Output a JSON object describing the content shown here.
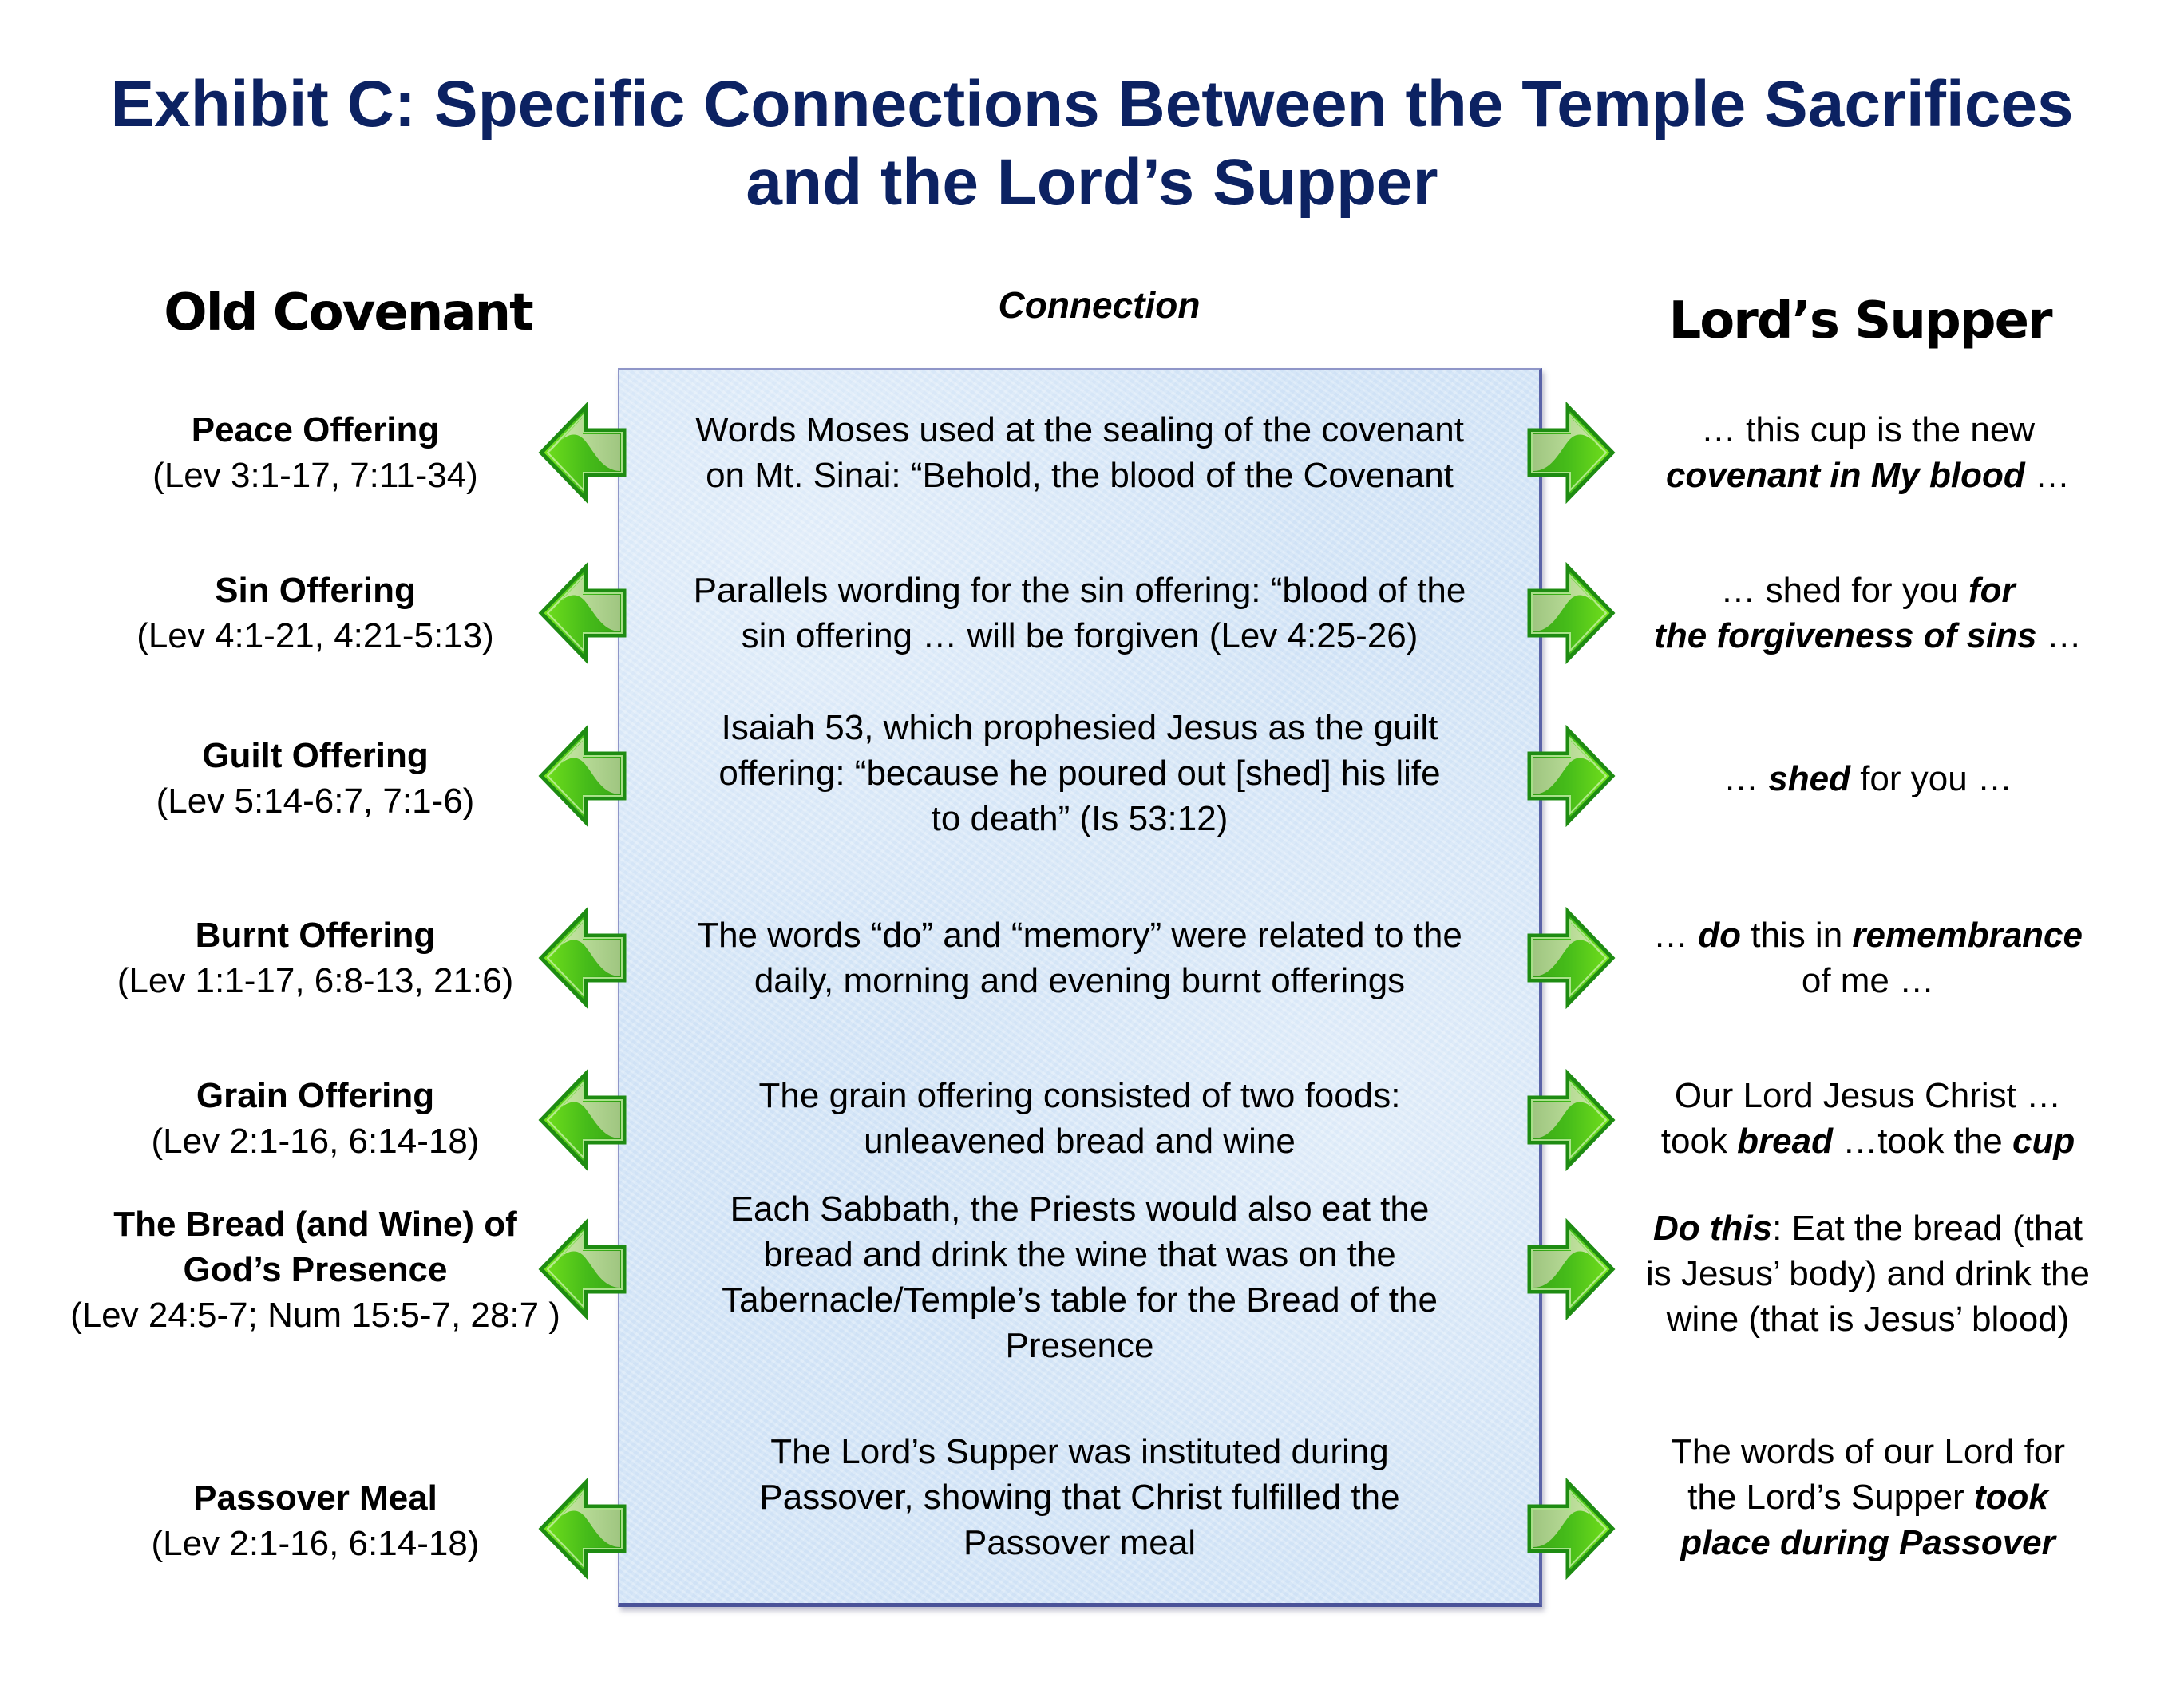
{
  "title": {
    "line1": "Exhibit C: Specific Connections Between the Temple Sacrifices",
    "line2": "and the Lord’s Supper"
  },
  "columns": {
    "left": "Old Covenant",
    "middle": "Connection",
    "right": "Lord’s Supper"
  },
  "colors": {
    "title": "#0c2262",
    "box_fill": "#d4e5f7",
    "arrow_green": "#3fae1c",
    "arrow_outline": "#1f8a10"
  },
  "rows": [
    {
      "offering": "Peace Offering",
      "reference": "(Lev 3:1-17, 7:11-34)",
      "connection": [
        "Words Moses used at the sealing of the covenant",
        "on Mt. Sinai: “Behold, the blood of the Covenant"
      ],
      "supper": [
        [
          {
            "t": "… this cup is the new",
            "s": "n"
          }
        ],
        [
          {
            "t": "covenant in My blood",
            "s": "bi"
          },
          {
            "t": " …",
            "s": "n"
          }
        ]
      ]
    },
    {
      "offering": "Sin Offering",
      "reference": "(Lev 4:1-21, 4:21-5:13)",
      "connection": [
        "Parallels wording for the sin offering: “blood of the",
        "sin offering … will be forgiven (Lev 4:25-26)"
      ],
      "supper": [
        [
          {
            "t": "… shed for you ",
            "s": "n"
          },
          {
            "t": "for",
            "s": "bi"
          }
        ],
        [
          {
            "t": "the forgiveness of sins",
            "s": "bi"
          },
          {
            "t": " …",
            "s": "n"
          }
        ]
      ]
    },
    {
      "offering": "Guilt Offering",
      "reference": "(Lev 5:14-6:7, 7:1-6)",
      "connection": [
        "Isaiah 53, which prophesied Jesus as the guilt",
        "offering: “because he poured out [shed] his life",
        "to death” (Is 53:12)"
      ],
      "supper": [
        [
          {
            "t": "… ",
            "s": "n"
          },
          {
            "t": "shed",
            "s": "bi"
          },
          {
            "t": " for you …",
            "s": "n"
          }
        ]
      ]
    },
    {
      "offering": "Burnt Offering",
      "reference": "(Lev 1:1-17, 6:8-13, 21:6)",
      "connection": [
        "The words “do” and “memory” were related to the",
        "daily, morning and evening burnt offerings"
      ],
      "supper": [
        [
          {
            "t": "… ",
            "s": "n"
          },
          {
            "t": "do",
            "s": "bi"
          },
          {
            "t": " this in ",
            "s": "n"
          },
          {
            "t": "remembrance",
            "s": "bi"
          }
        ],
        [
          {
            "t": "of me …",
            "s": "n"
          }
        ]
      ]
    },
    {
      "offering": "Grain Offering",
      "reference": "(Lev 2:1-16, 6:14-18)",
      "connection": [
        "The grain offering consisted of two foods:",
        "unleavened bread and wine"
      ],
      "supper": [
        [
          {
            "t": "Our Lord Jesus Christ …",
            "s": "n"
          }
        ],
        [
          {
            "t": "took ",
            "s": "n"
          },
          {
            "t": "bread",
            "s": "bi"
          },
          {
            "t": " …took the ",
            "s": "n"
          },
          {
            "t": "cup",
            "s": "bi"
          }
        ]
      ]
    },
    {
      "offering": "The Bread (and Wine) of God’s Presence",
      "offering_lines": [
        "The Bread (and Wine) of",
        "God’s Presence"
      ],
      "reference": "(Lev 24:5-7; Num 15:5-7, 28:7 )",
      "connection": [
        "Each Sabbath, the Priests would also eat the",
        "bread and drink the wine that was on the",
        "Tabernacle/Temple’s table for the Bread of the",
        "Presence"
      ],
      "supper": [
        [
          {
            "t": "Do this",
            "s": "bi"
          },
          {
            "t": ": Eat the bread (that",
            "s": "n"
          }
        ],
        [
          {
            "t": "is Jesus’ body) and drink the",
            "s": "n"
          }
        ],
        [
          {
            "t": "wine (that is Jesus’ blood)",
            "s": "n"
          }
        ]
      ]
    },
    {
      "offering": "Passover Meal",
      "reference": "(Lev 2:1-16, 6:14-18)",
      "connection": [
        "The Lord’s Supper was instituted during",
        "Passover, showing that Christ fulfilled the",
        "Passover meal"
      ],
      "supper": [
        [
          {
            "t": "The words of our Lord for",
            "s": "n"
          }
        ],
        [
          {
            "t": "the Lord’s Supper ",
            "s": "n"
          },
          {
            "t": "took",
            "s": "bi"
          }
        ],
        [
          {
            "t": "place during Passover",
            "s": "bi"
          }
        ]
      ]
    }
  ]
}
